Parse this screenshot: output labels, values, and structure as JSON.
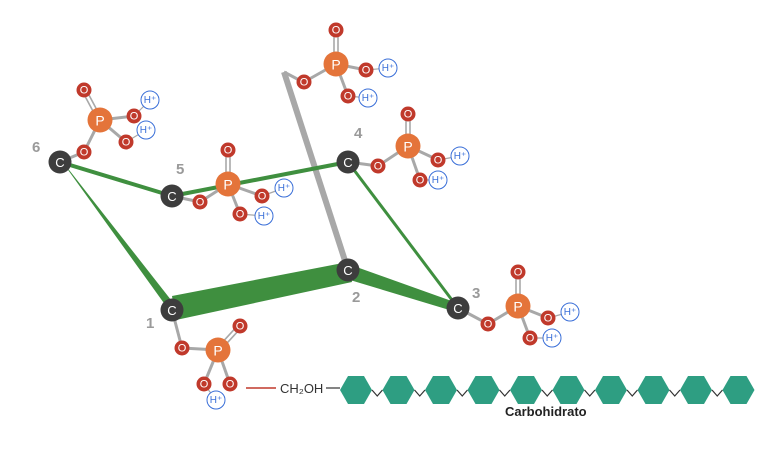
{
  "atoms": {
    "carbon": "C",
    "phosphorus": "P",
    "oxygen": "O",
    "hydrogen_ion": "H⁺"
  },
  "carbon_numbers": [
    "1",
    "2",
    "3",
    "4",
    "5",
    "6"
  ],
  "chain": {
    "linker_label": "CH₂OH",
    "label": "Carbohidrato"
  },
  "colors": {
    "ring": "#3f8f3f",
    "carbon": "#3d3d3d",
    "phosphorus": "#e4743a",
    "oxygen": "#c0392b",
    "hydrogen_ring": "#3a6fd8",
    "bond": "#a8a8a8",
    "hexagon": "#2e9e82",
    "link": "#c0392b"
  }
}
